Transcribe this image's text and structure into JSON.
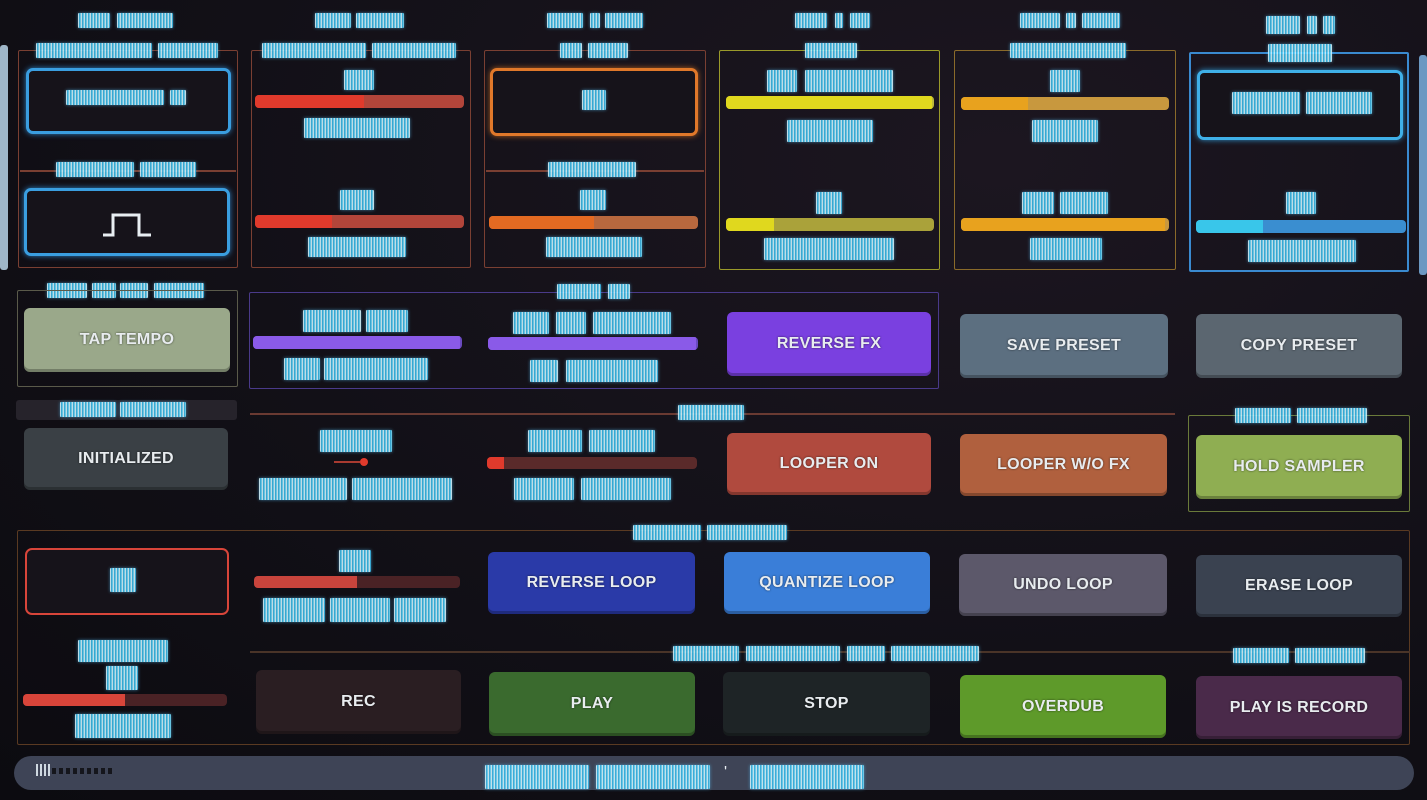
{
  "buttons": {
    "tap_tempo": "TAP TEMPO",
    "reverse_fx": "REVERSE FX",
    "save_preset": "SAVE PRESET",
    "copy_preset": "COPY PRESET",
    "initialized": "INITIALIZED",
    "looper_on": "LOOPER ON",
    "looper_wo_fx": "LOOPER W/O FX",
    "hold_sampler": "HOLD SAMPLER",
    "reverse_loop": "REVERSE LOOP",
    "quantize_loop": "QUANTIZE LOOP",
    "undo_loop": "UNDO LOOP",
    "erase_loop": "ERASE LOOP",
    "rec": "REC",
    "play": "PLAY",
    "stop": "STOP",
    "overdub": "OVERDUB",
    "play_is_record": "PLAY IS RECORD"
  },
  "bottom_bar": {
    "separator": "'"
  },
  "icons": {
    "waveform": "square-wave-icon"
  },
  "colors": {
    "accent_cyan": "#3da8e0",
    "accent_orange": "#e0782a",
    "accent_yellow": "#cfc526",
    "accent_red": "#d8453a",
    "accent_purple": "#7b4fe0"
  },
  "sliders": {
    "col2_top": 0.52,
    "col2_bottom": 0.37,
    "col3_bottom": 0.5,
    "col4_top": 0.99,
    "col4_bottom": 0.23,
    "col5_top": 0.32,
    "col5_bottom": 0.98,
    "col6_bottom": 0.32,
    "row2_a": 0.99,
    "row2_b": 0.99,
    "row3_b": 0.08,
    "row4_a": 0.5,
    "row5_a": 0.5
  }
}
